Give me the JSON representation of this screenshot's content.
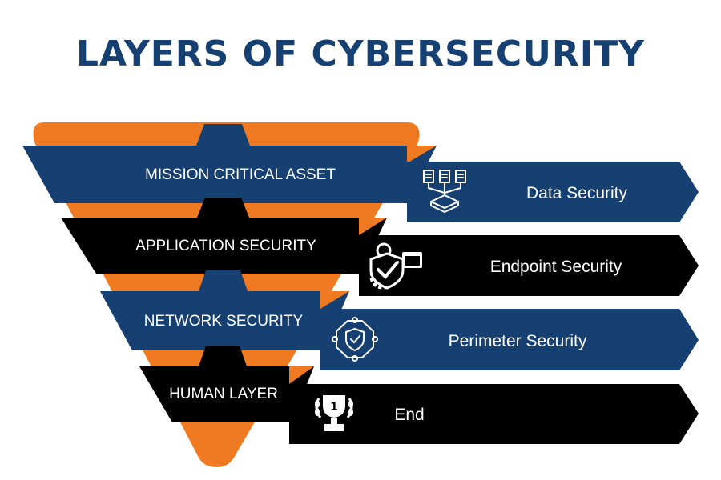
{
  "title": "LAYERS OF CYBERSECURITY",
  "colors": {
    "navy": "#163f72",
    "black": "#000000",
    "orange": "#ef7a22",
    "white": "#ffffff"
  },
  "layers": [
    {
      "label": "MISSION CRITICAL ASSET",
      "color": "navy"
    },
    {
      "label": "APPLICATION SECURITY",
      "color": "black"
    },
    {
      "label": "NETWORK SECURITY",
      "color": "navy"
    },
    {
      "label": "HUMAN LAYER",
      "color": "black"
    }
  ],
  "arrows": [
    {
      "label": "Data Security",
      "icon": "data-files-icon",
      "color": "navy"
    },
    {
      "label": "Endpoint Security",
      "icon": "endpoint-shield-gear-icon",
      "color": "black"
    },
    {
      "label": "Perimeter Security",
      "icon": "perimeter-shield-icon",
      "color": "navy"
    },
    {
      "label": "End",
      "icon": "trophy-icon",
      "color": "black"
    }
  ]
}
